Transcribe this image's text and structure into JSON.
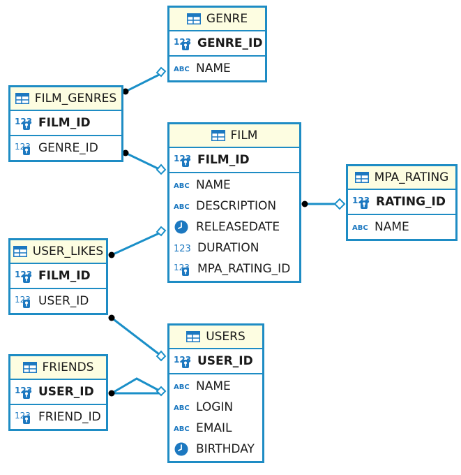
{
  "diagram": {
    "entities": {
      "genre": {
        "title": "GENRE",
        "columns": [
          {
            "name": "GENRE_ID",
            "type_icon": "numeric-key-icon",
            "primary_key": true
          },
          {
            "name": "NAME",
            "type_icon": "string-abc-icon",
            "primary_key": false
          }
        ]
      },
      "film_genres": {
        "title": "FILM_GENRES",
        "columns": [
          {
            "name": "FILM_ID",
            "type_icon": "numeric-key-icon",
            "primary_key": true
          },
          {
            "name": "GENRE_ID",
            "type_icon": "numeric-key-icon",
            "primary_key": false
          }
        ]
      },
      "film": {
        "title": "FILM",
        "columns": [
          {
            "name": "FILM_ID",
            "type_icon": "numeric-key-icon",
            "primary_key": true
          },
          {
            "name": "NAME",
            "type_icon": "string-abc-icon",
            "primary_key": false
          },
          {
            "name": "DESCRIPTION",
            "type_icon": "string-abc-icon",
            "primary_key": false
          },
          {
            "name": "RELEASEDATE",
            "type_icon": "date-clock-icon",
            "primary_key": false
          },
          {
            "name": "DURATION",
            "type_icon": "numeric-icon",
            "primary_key": false
          },
          {
            "name": "MPA_RATING_ID",
            "type_icon": "numeric-key-icon",
            "primary_key": false
          }
        ]
      },
      "mpa_rating": {
        "title": "MPA_RATING",
        "columns": [
          {
            "name": "RATING_ID",
            "type_icon": "numeric-key-icon",
            "primary_key": true
          },
          {
            "name": "NAME",
            "type_icon": "string-abc-icon",
            "primary_key": false
          }
        ]
      },
      "user_likes": {
        "title": "USER_LIKES",
        "columns": [
          {
            "name": "FILM_ID",
            "type_icon": "numeric-key-icon",
            "primary_key": true
          },
          {
            "name": "USER_ID",
            "type_icon": "numeric-key-icon",
            "primary_key": false
          }
        ]
      },
      "users": {
        "title": "USERS",
        "columns": [
          {
            "name": "USER_ID",
            "type_icon": "numeric-key-icon",
            "primary_key": true
          },
          {
            "name": "NAME",
            "type_icon": "string-abc-icon",
            "primary_key": false
          },
          {
            "name": "LOGIN",
            "type_icon": "string-abc-icon",
            "primary_key": false
          },
          {
            "name": "EMAIL",
            "type_icon": "string-abc-icon",
            "primary_key": false
          },
          {
            "name": "BIRTHDAY",
            "type_icon": "date-clock-icon",
            "primary_key": false
          }
        ]
      },
      "friends": {
        "title": "FRIENDS",
        "columns": [
          {
            "name": "USER_ID",
            "type_icon": "numeric-key-icon",
            "primary_key": true
          },
          {
            "name": "FRIEND_ID",
            "type_icon": "numeric-key-icon",
            "primary_key": false
          }
        ]
      }
    },
    "relationships": [
      {
        "from": "FILM_GENRES",
        "to": "GENRE"
      },
      {
        "from": "FILM_GENRES",
        "to": "FILM"
      },
      {
        "from": "FILM",
        "to": "MPA_RATING"
      },
      {
        "from": "USER_LIKES",
        "to": "FILM"
      },
      {
        "from": "USER_LIKES",
        "to": "USERS"
      },
      {
        "from": "FRIENDS",
        "to": "USERS"
      },
      {
        "from": "FRIENDS",
        "to": "USERS"
      }
    ],
    "colors": {
      "border": "#1e8cc4",
      "header_background": "#fdfde1",
      "line": "#1a8fc8",
      "icon_blue": "#1c78c0"
    }
  }
}
